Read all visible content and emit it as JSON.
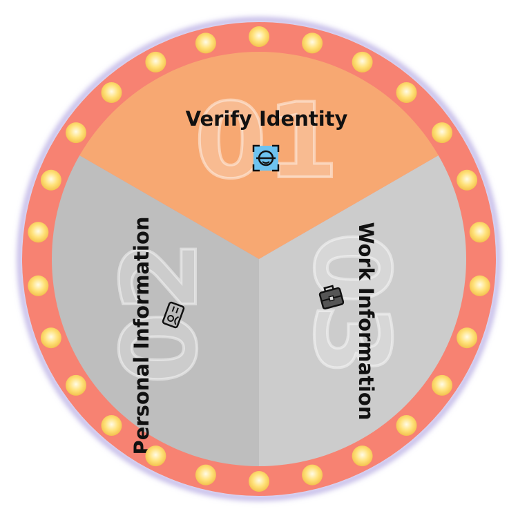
{
  "wheel": {
    "segments": [
      {
        "number": "01",
        "title": "Verify Identity",
        "icon": "face-scan-icon",
        "color": "#F7A872"
      },
      {
        "number": "03",
        "title": "Work Information",
        "icon": "briefcase-icon",
        "color": "#CCCCCC"
      },
      {
        "number": "02",
        "title": "Personal Information",
        "icon": "id-card-icon",
        "color": "#BEBEBE"
      }
    ],
    "colors": {
      "rim": "#F78272",
      "bulb": "#FFE27A",
      "rim_glow": "#BEB4E6",
      "text": "#111111",
      "icon_fill": "#6EC3F0"
    }
  }
}
